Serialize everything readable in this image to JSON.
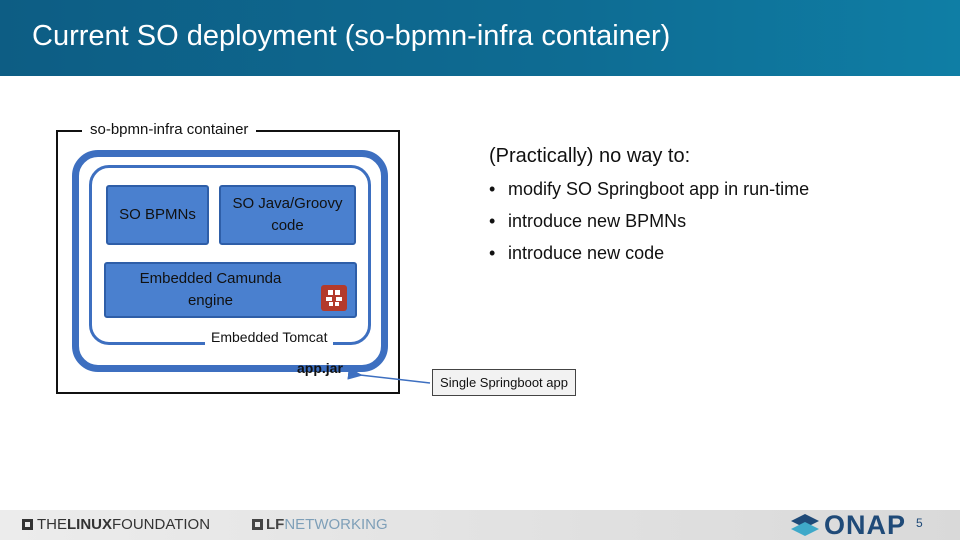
{
  "slide": {
    "title": "Current SO deployment (so-bpmn-infra container)",
    "page_number": "5"
  },
  "diagram": {
    "container_label": "so-bpmn-infra container",
    "boxes": {
      "bpmns": "SO BPMNs",
      "java_line1": "SO Java/Groovy",
      "java_line2": "code",
      "camunda_line1": "Embedded Camunda",
      "camunda_line2": "engine"
    },
    "tomcat_label": "Embedded Tomcat",
    "app_jar": "app.jar",
    "springboot_label": "Single Springboot app"
  },
  "notes": {
    "heading": "(Practically) no way to:",
    "bullets": [
      "modify SO Springboot app in run-time",
      "introduce new BPMNs",
      "introduce new code"
    ]
  },
  "footer": {
    "linux_foundation_prefix": "THE",
    "linux_foundation_bold": "LINUX",
    "linux_foundation_suffix": " FOUNDATION",
    "lf_networking_bold": "LF",
    "lf_networking_rest": "NETWORKING",
    "onap_word": "ONAP"
  },
  "colors": {
    "header_bg": "#0e6c93",
    "box_fill": "#4a80cf",
    "ring": "#3d6fc0",
    "camunda_icon": "#b33a2b",
    "onap_blue": "#1f4a78"
  }
}
